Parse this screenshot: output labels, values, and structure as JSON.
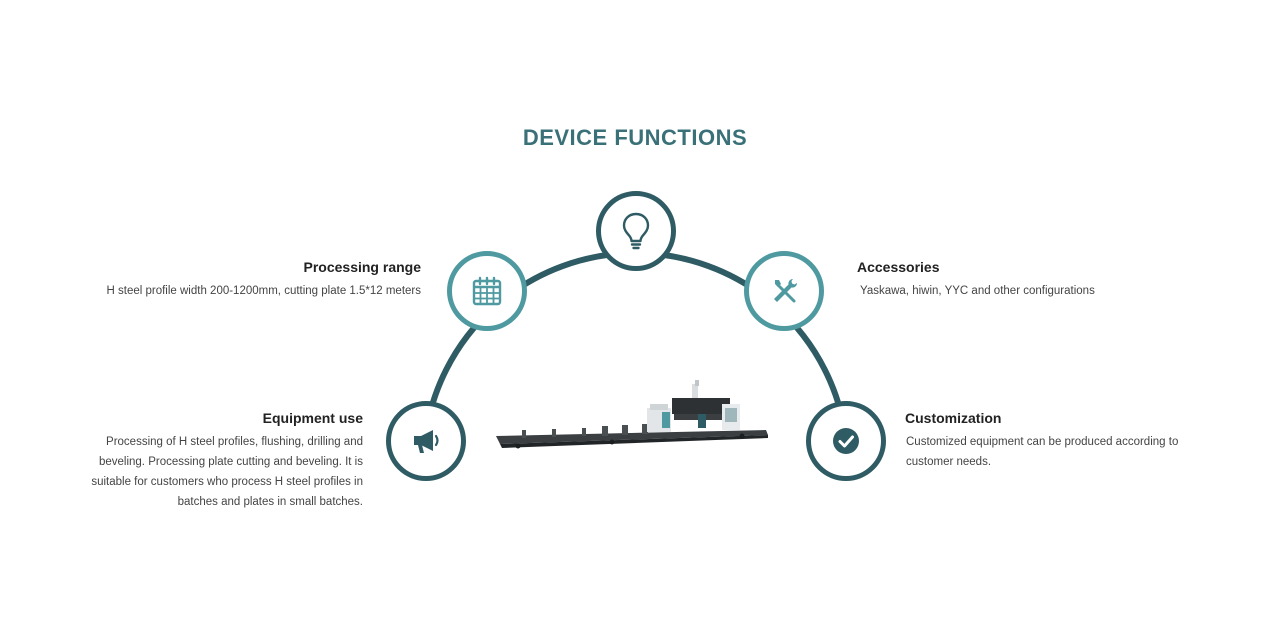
{
  "page": {
    "title": "DEVICE FUNCTIONS"
  },
  "features": {
    "processing_range": {
      "heading": "Processing range",
      "description": "H steel profile width 200-1200mm, cutting plate 1.5*12 meters",
      "icon": "calendar-icon"
    },
    "accessories": {
      "heading": "Accessories",
      "description": "Yaskawa, hiwin, YYC and other configurations",
      "icon": "tools-icon"
    },
    "equipment_use": {
      "heading": "Equipment use",
      "description_lines": [
        "Processing of H steel profiles, flushing, drilling and",
        "beveling. Processing plate cutting and beveling. It is",
        "suitable for customers who process H steel profiles in",
        "batches and plates in small batches."
      ],
      "icon": "megaphone-icon"
    },
    "customization": {
      "heading": "Customization",
      "description_lines": [
        "Customized equipment can be produced according to",
        "customer needs."
      ],
      "icon": "check-circle-icon"
    },
    "top": {
      "icon": "lightbulb-icon"
    }
  },
  "colors": {
    "title": "#3a7078",
    "arc_dark": "#2f5c64",
    "arc_light": "#4f9aa1"
  }
}
